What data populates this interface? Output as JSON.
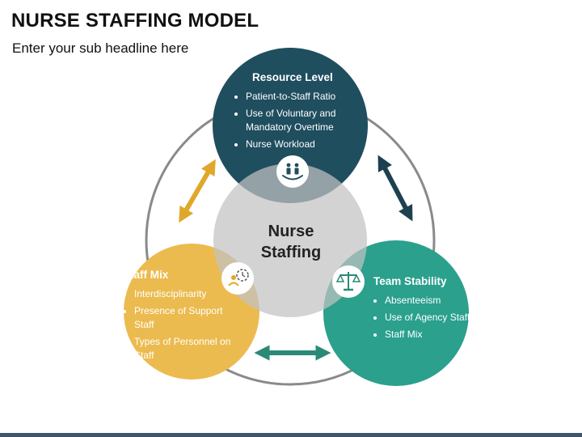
{
  "title": "NURSE STAFFING MODEL",
  "subtitle": "Enter your sub headline here",
  "center": {
    "line1": "Nurse",
    "line2": "Staffing"
  },
  "resource_level": {
    "heading": "Resource Level",
    "items": [
      "Patient-to-Staff Ratio",
      "Use of Voluntary and Mandatory Overtime",
      "Nurse Workload"
    ],
    "icon": "people-in-hand-icon"
  },
  "staff_mix": {
    "heading": "Staff Mix",
    "items": [
      "Interdisciplinarity",
      "Presence of Support Staff",
      "Types of Personnel on Staff"
    ],
    "icon": "person-clock-icon"
  },
  "team_stability": {
    "heading": "Team Stability",
    "items": [
      "Absenteeism",
      "Use of Agency Staff",
      "Staff Mix"
    ],
    "icon": "scales-icon"
  },
  "colors": {
    "resource": "#1f4e5f",
    "staff_mix": "#ebbb4f",
    "team": "#2aa08d",
    "center": "#c2c2c2",
    "arrow_gold": "#e0a82a",
    "arrow_navy": "#1e4150",
    "arrow_teal": "#2a8a76",
    "ring": "#8a8a8a"
  }
}
